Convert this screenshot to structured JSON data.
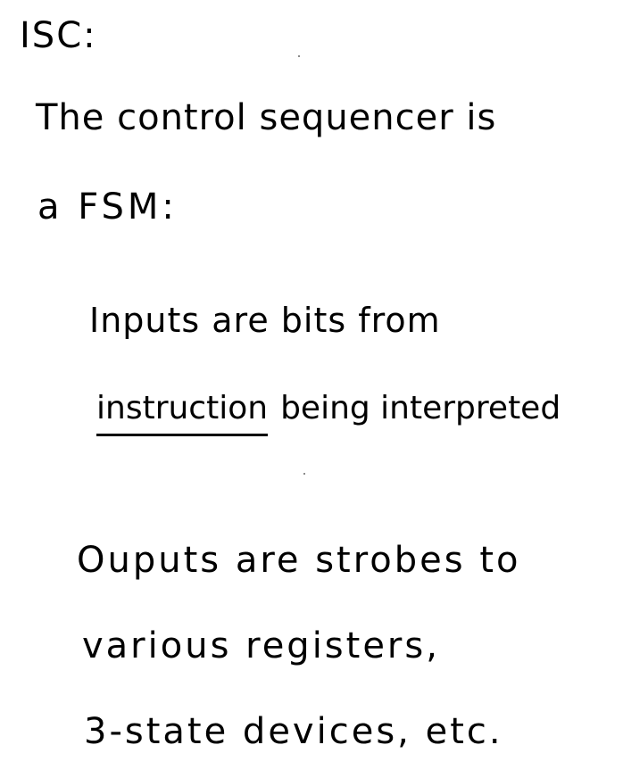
{
  "heading": "ISC:",
  "lines": [
    "The control sequencer is",
    "a FSM:",
    "Inputs are bits from",
    "Ouputs are strobes to",
    "various registers,",
    "3-state devices, etc."
  ],
  "instruction_line": {
    "underlined": "instruction",
    "rest": "being interpreted"
  }
}
